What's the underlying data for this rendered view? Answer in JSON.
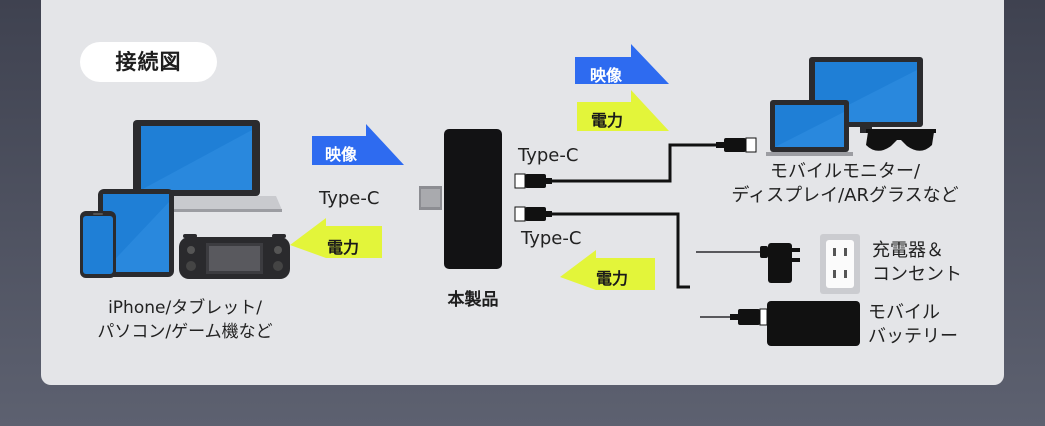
{
  "title": "接続図",
  "product_label": "本製品",
  "left_devices_label": [
    "iPhone/タブレット/",
    "パソコン/ゲーム機など"
  ],
  "monitor_label": [
    "モバイルモニター/",
    "ディスプレイ/ARグラスなど"
  ],
  "charger_label": [
    "充電器＆",
    "コンセント"
  ],
  "battery_label": [
    "モバイル",
    "バッテリー"
  ],
  "port_labels": {
    "left": "Type-C",
    "right_top": "Type-C",
    "right_bottom": "Type-C"
  },
  "tags": {
    "video": "映像",
    "power": "電力"
  },
  "colors": {
    "video_blue": "#2e6bf0",
    "power_yellow": "#e3f53a",
    "panel": "#e4e5e8",
    "background": "#4a4d5a"
  }
}
